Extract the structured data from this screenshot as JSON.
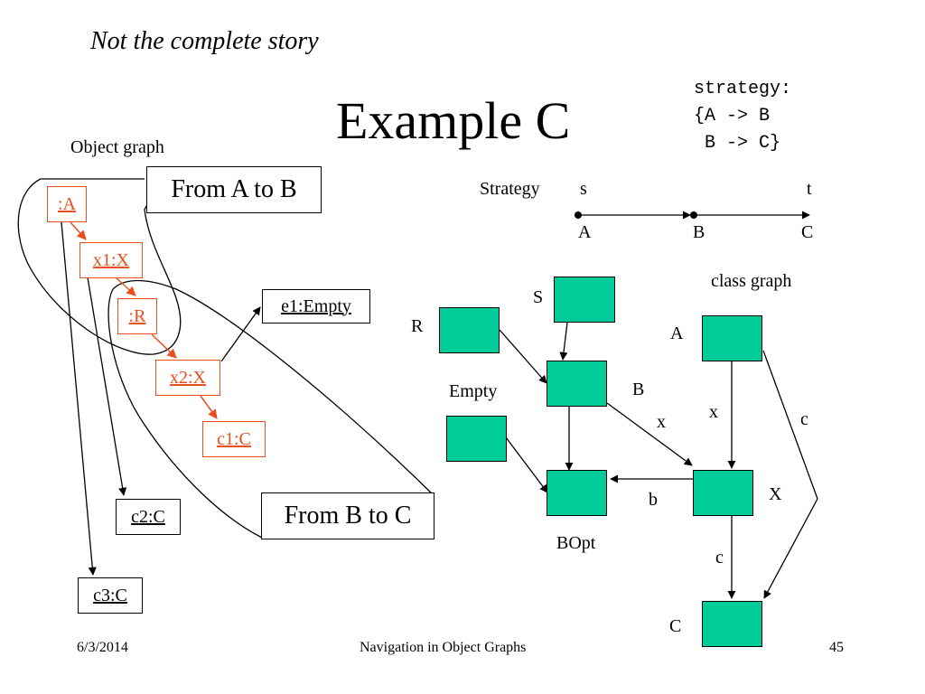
{
  "slide": {
    "subtitle": "Not the complete story",
    "title": "Example C",
    "strategy_code": "strategy:\n{A -> B\n B -> C}"
  },
  "object_graph": {
    "heading": "Object graph",
    "callout_ab": "From A to B",
    "callout_bc": "From B to C",
    "nodes": {
      "a": ":A",
      "x1": "x1:X",
      "r": ":R",
      "x2": "x2:X",
      "c1": "c1:C",
      "e1": "e1:Empty",
      "c2": "c2:C",
      "c3": "c3:C"
    },
    "colors": {
      "path": "#e8501f"
    }
  },
  "strategy_graph": {
    "label": "Strategy",
    "source_marker": "s",
    "target_marker": "t",
    "nodes": [
      "A",
      "B",
      "C"
    ]
  },
  "class_graph": {
    "heading": "class graph",
    "classes": {
      "s": "S",
      "r": "R",
      "a": "A",
      "b": "B",
      "empty": "Empty",
      "x": "X",
      "bopt": "BOpt",
      "c": "C"
    },
    "edges": {
      "b_to_x": "x",
      "a_to_x": "x",
      "a_to_c": "c",
      "x_to_bopt": "b",
      "x_to_c": "c"
    },
    "colors": {
      "class_fill": "#00cc99"
    }
  },
  "footer": {
    "date": "6/3/2014",
    "center": "Navigation in Object Graphs",
    "page": "45"
  }
}
